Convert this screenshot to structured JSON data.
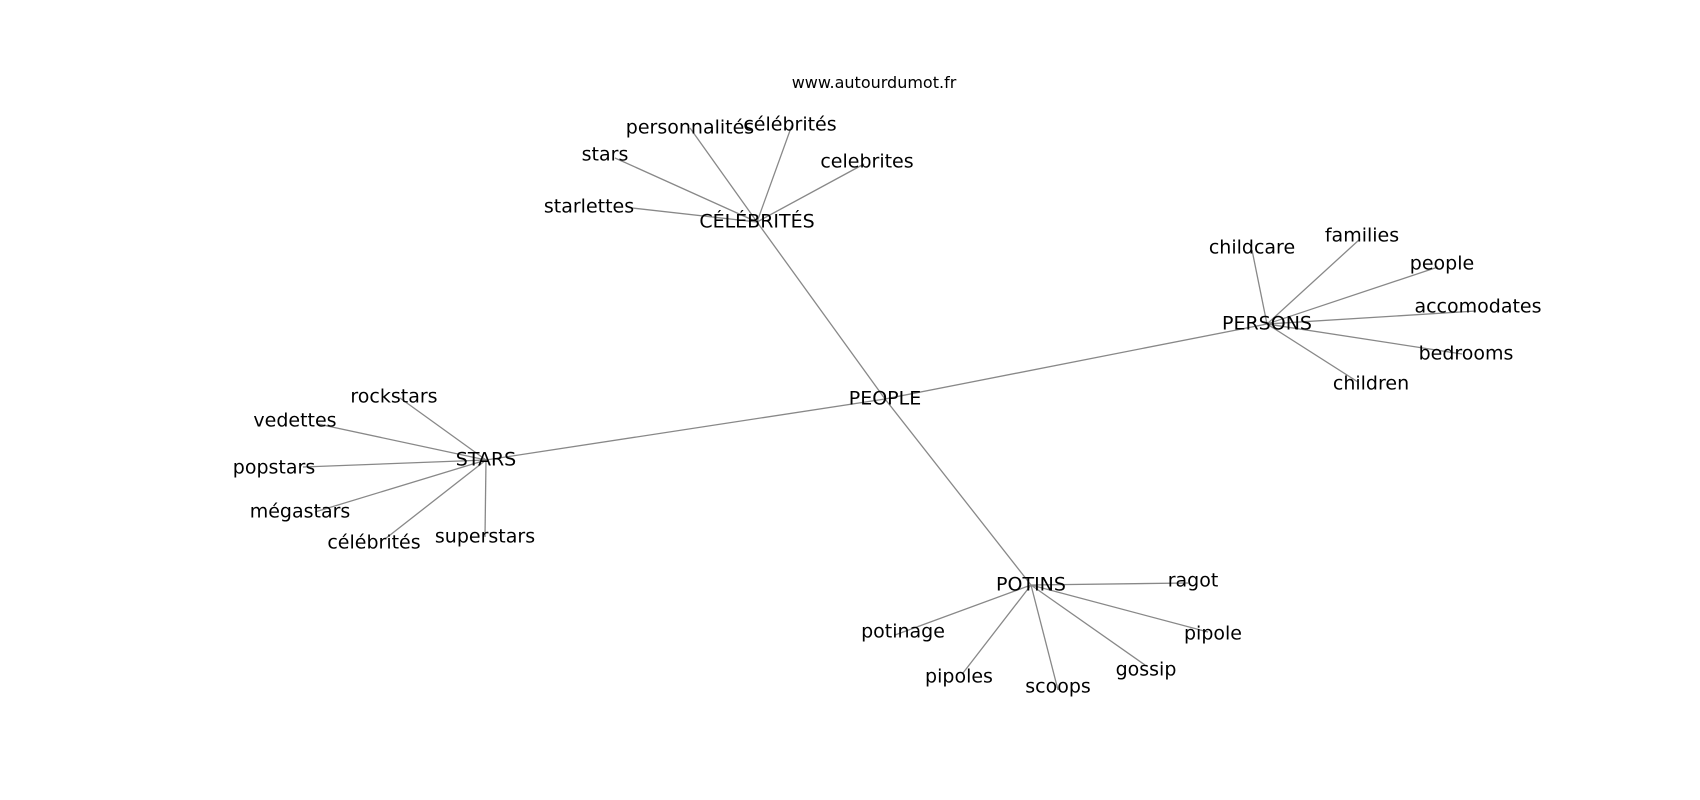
{
  "site": "www.autourdumot.fr",
  "center": "PEOPLE",
  "clusters": [
    {
      "hub": "CÉLÉBRITÉS",
      "leaves": [
        "personnalités",
        "célébrités",
        "celebrites",
        "stars",
        "starlettes"
      ]
    },
    {
      "hub": "PERSONS",
      "leaves": [
        "childcare",
        "families",
        "people",
        "accomodates",
        "bedrooms",
        "children"
      ]
    },
    {
      "hub": "STARS",
      "leaves": [
        "rockstars",
        "vedettes",
        "popstars",
        "mégastars",
        "célébrités",
        "superstars"
      ]
    },
    {
      "hub": "POTINS",
      "leaves": [
        "ragot",
        "potinage",
        "pipole",
        "pipoles",
        "scoops",
        "gossip"
      ]
    }
  ]
}
